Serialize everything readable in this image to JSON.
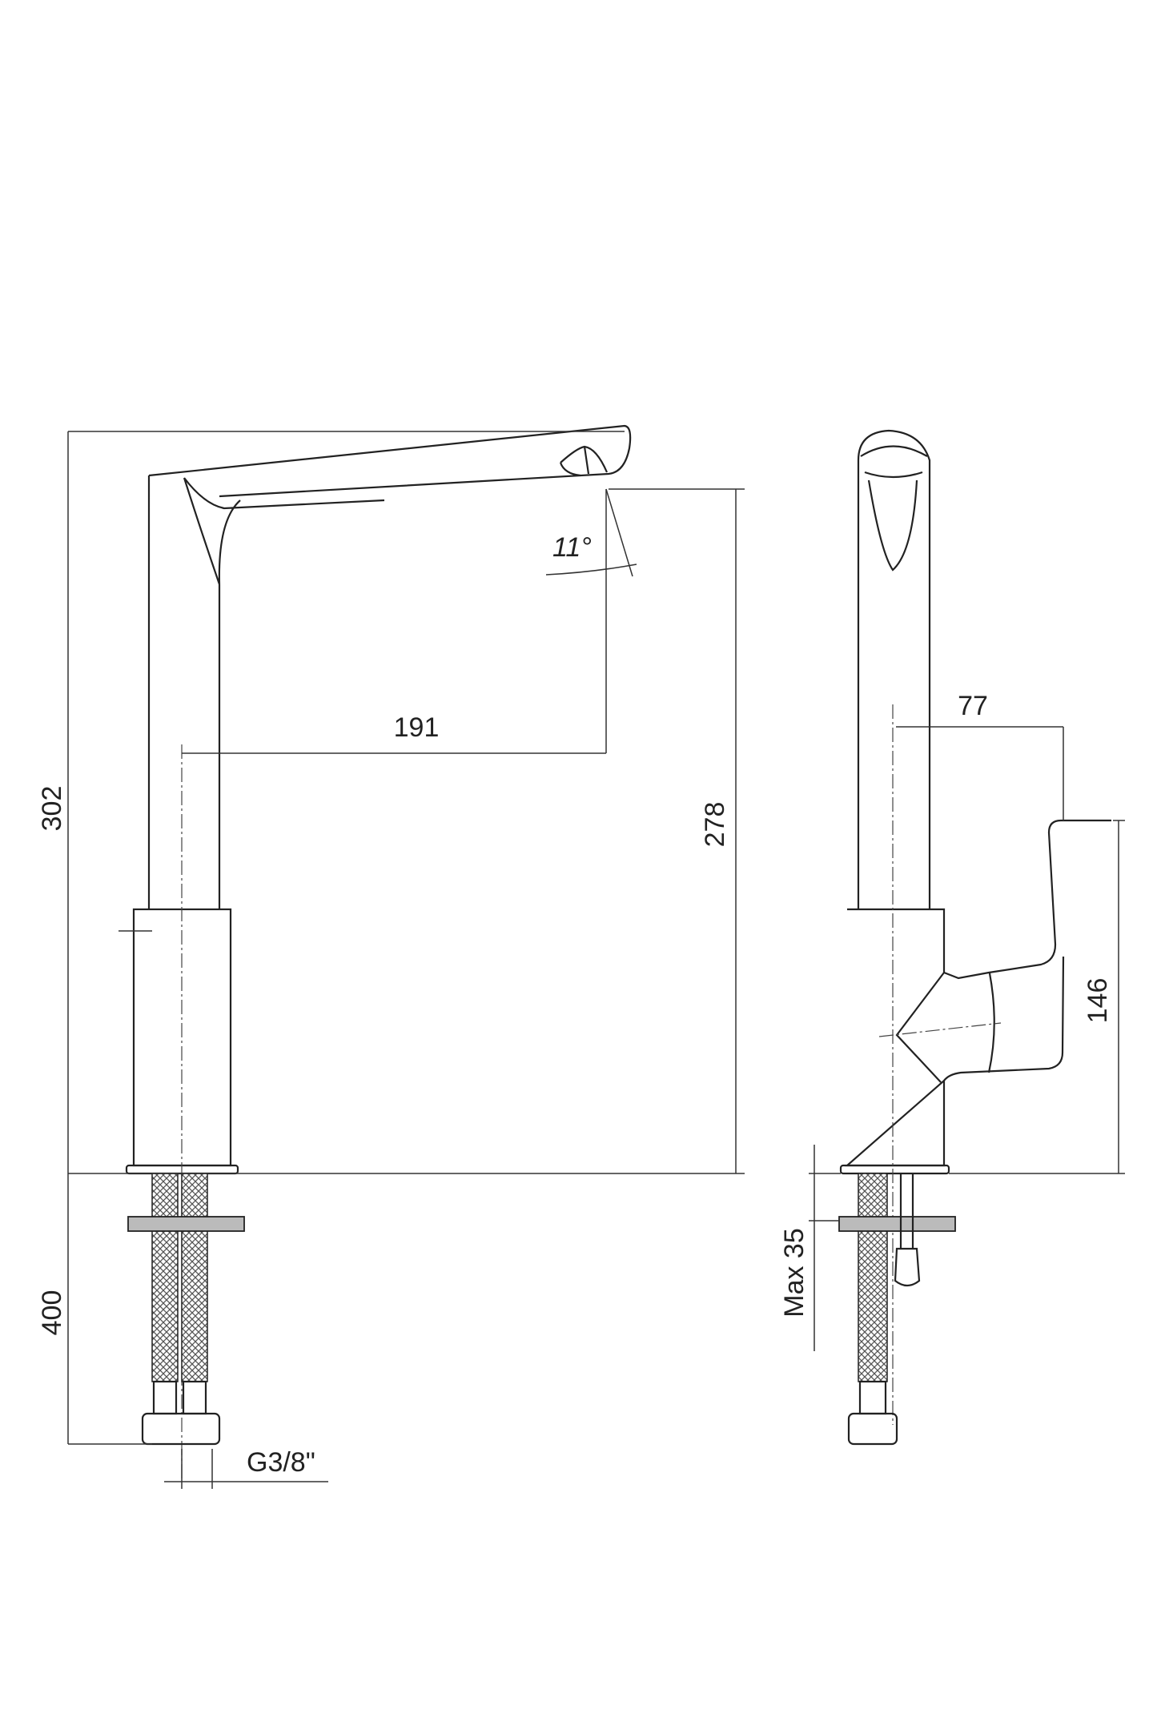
{
  "drawing": {
    "title": "Faucet technical drawing",
    "colors": {
      "line": "#222222",
      "background": "#ffffff",
      "fitting": "#bbbbbb"
    },
    "front_view": {
      "height_total": "302",
      "height_spout": "278",
      "reach": "191",
      "spout_angle": "11°",
      "hose_length": "400",
      "connection": "G3/8\""
    },
    "side_view": {
      "handle_offset": "77",
      "handle_height": "146",
      "max_deck_thickness": "Max 35"
    }
  }
}
